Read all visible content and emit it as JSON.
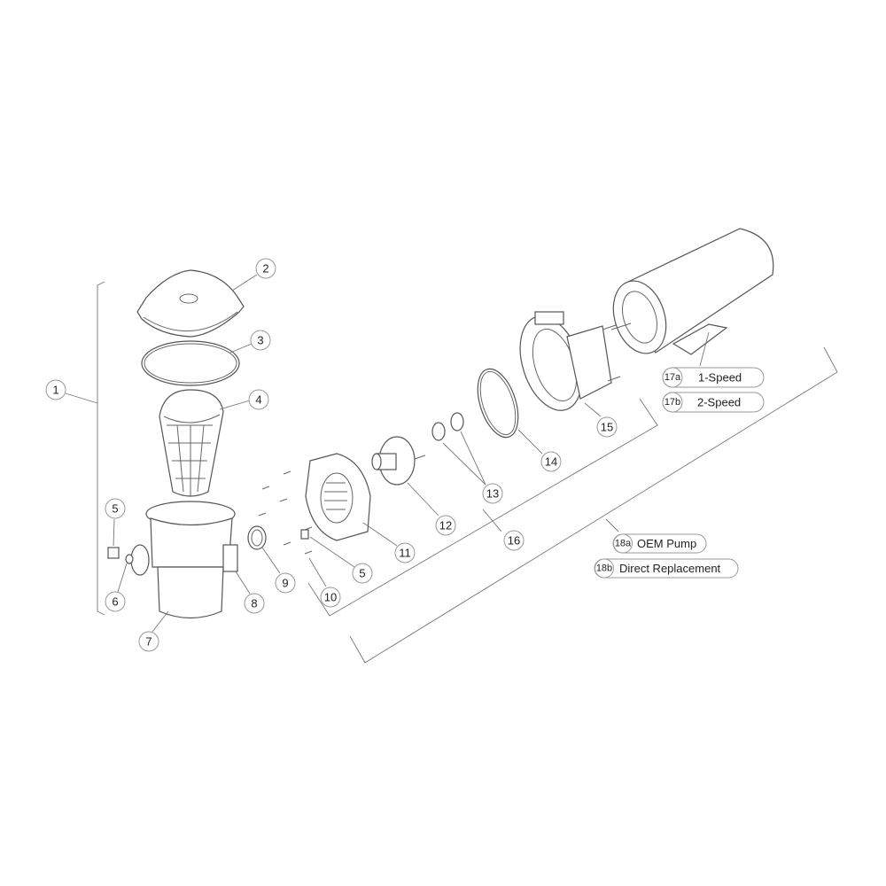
{
  "callouts": {
    "c1": "1",
    "c2": "2",
    "c3": "3",
    "c4": "4",
    "c5a": "5",
    "c6": "6",
    "c7": "7",
    "c8": "8",
    "c9": "9",
    "c10": "10",
    "c5b": "5",
    "c11": "11",
    "c12": "12",
    "c13": "13",
    "c14": "14",
    "c15": "15",
    "c16": "16"
  },
  "variants": [
    {
      "code": "17a",
      "label": "1-Speed"
    },
    {
      "code": "17b",
      "label": "2-Speed"
    },
    {
      "code": "18a",
      "label": "OEM Pump"
    },
    {
      "code": "18b",
      "label": "Direct Replacement"
    }
  ]
}
